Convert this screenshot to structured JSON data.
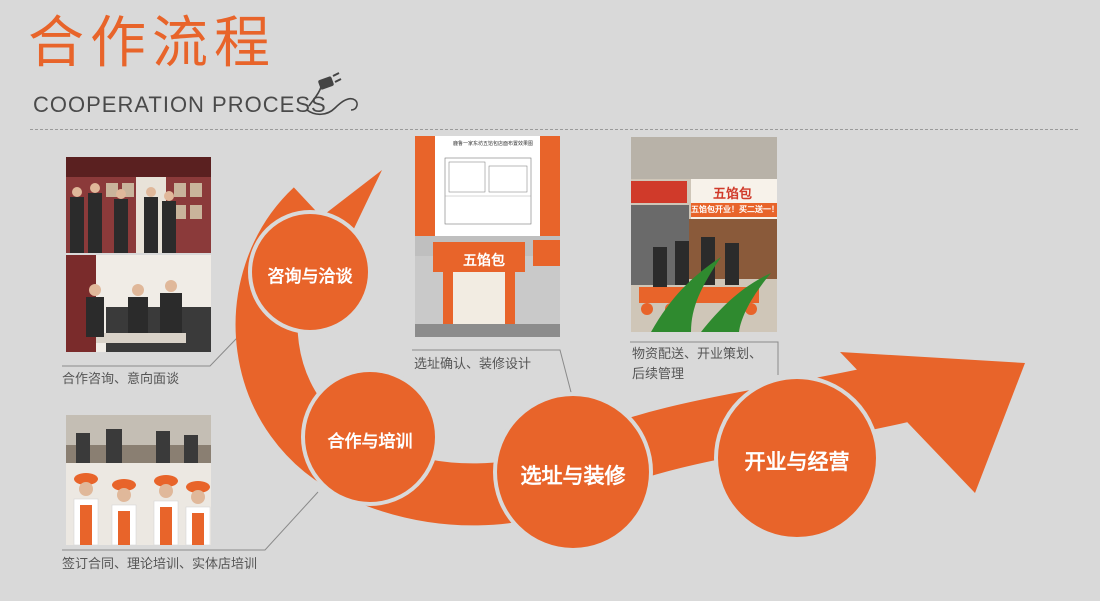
{
  "header": {
    "title_cn": "合作流程",
    "title_en": "COOPERATION PROCESS"
  },
  "steps": [
    {
      "label": "咨询与洽谈",
      "caption": "合作咨询、意向面谈"
    },
    {
      "label": "合作与培训",
      "caption": "签订合同、理论培训、实体店培训"
    },
    {
      "label": "选址与装修",
      "caption": "选址确认、装修设计"
    },
    {
      "label": "开业与经营",
      "caption_lines": [
        "物资配送、开业策划、",
        "后续管理"
      ]
    }
  ],
  "photos": {
    "shop_sign": "五馅包",
    "shop_slogan": "五馅包开业！买二送一！",
    "plan_title": "鹿鲁一家东坊五馅包店面布置效果图"
  },
  "colors": {
    "accent": "#e8642a",
    "background": "#d9d9d9",
    "text": "#555555"
  }
}
